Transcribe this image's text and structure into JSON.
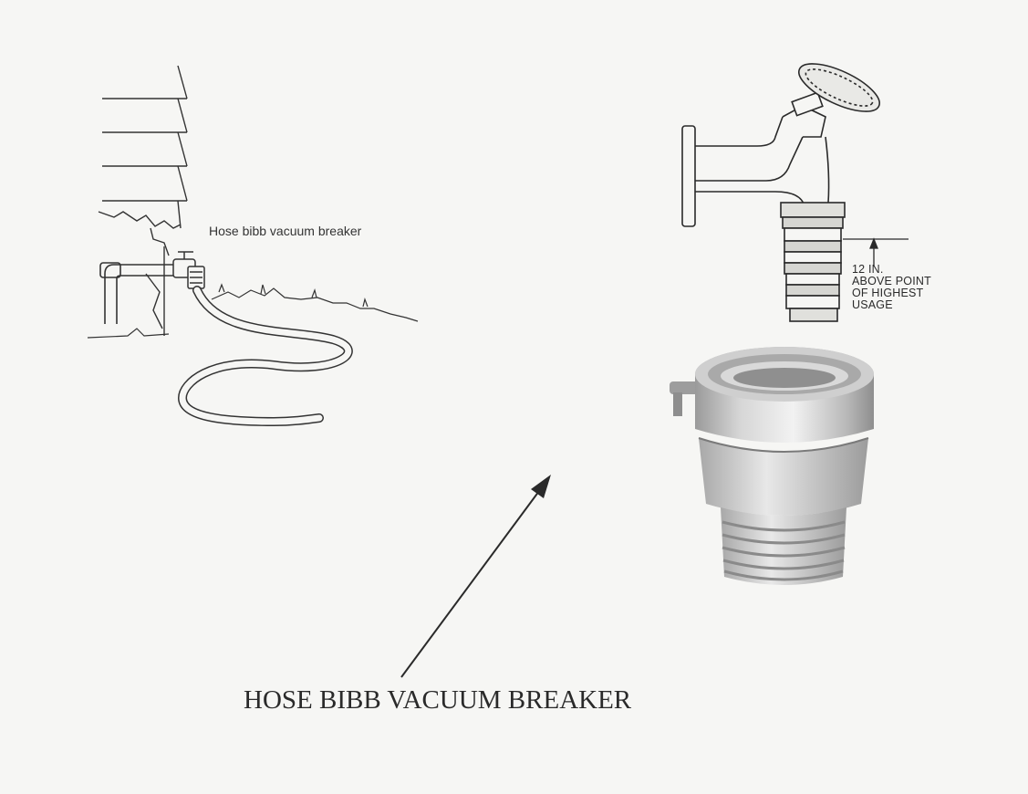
{
  "diagram": {
    "callout_label": "Hose bibb vacuum breaker",
    "dimension_note": {
      "lines": [
        "12 IN.",
        "ABOVE POINT",
        "OF HIGHEST",
        "USAGE"
      ]
    },
    "caption": "HOSE BIBB VACUUM BREAKER"
  },
  "colors": {
    "paper": "#f6f6f4",
    "ink": "#2a2a2a",
    "metal": "#c7c7c7"
  }
}
